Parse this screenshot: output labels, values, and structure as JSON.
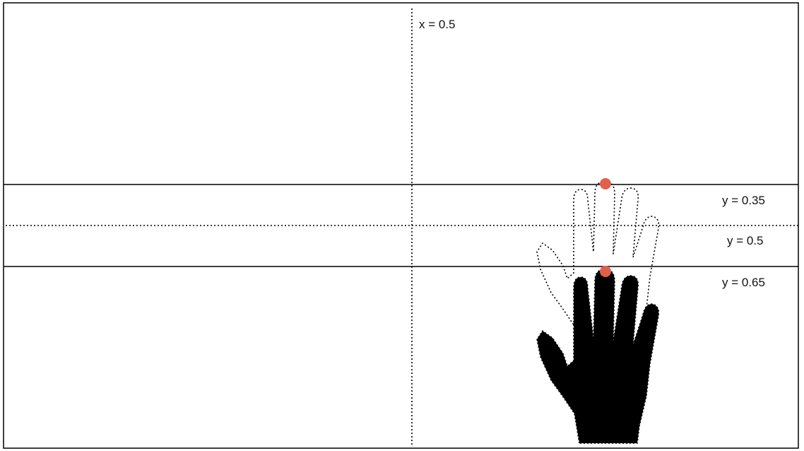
{
  "labels": {
    "x_mid": "x = 0.5",
    "y_upper": "y = 0.35",
    "y_mid": "y = 0.5",
    "y_lower": "y = 0.65"
  },
  "colors": {
    "frame": "#000000",
    "hand_fill": "#000000",
    "fingertip_marker": "#e0604a",
    "background": "#ffffff"
  }
}
